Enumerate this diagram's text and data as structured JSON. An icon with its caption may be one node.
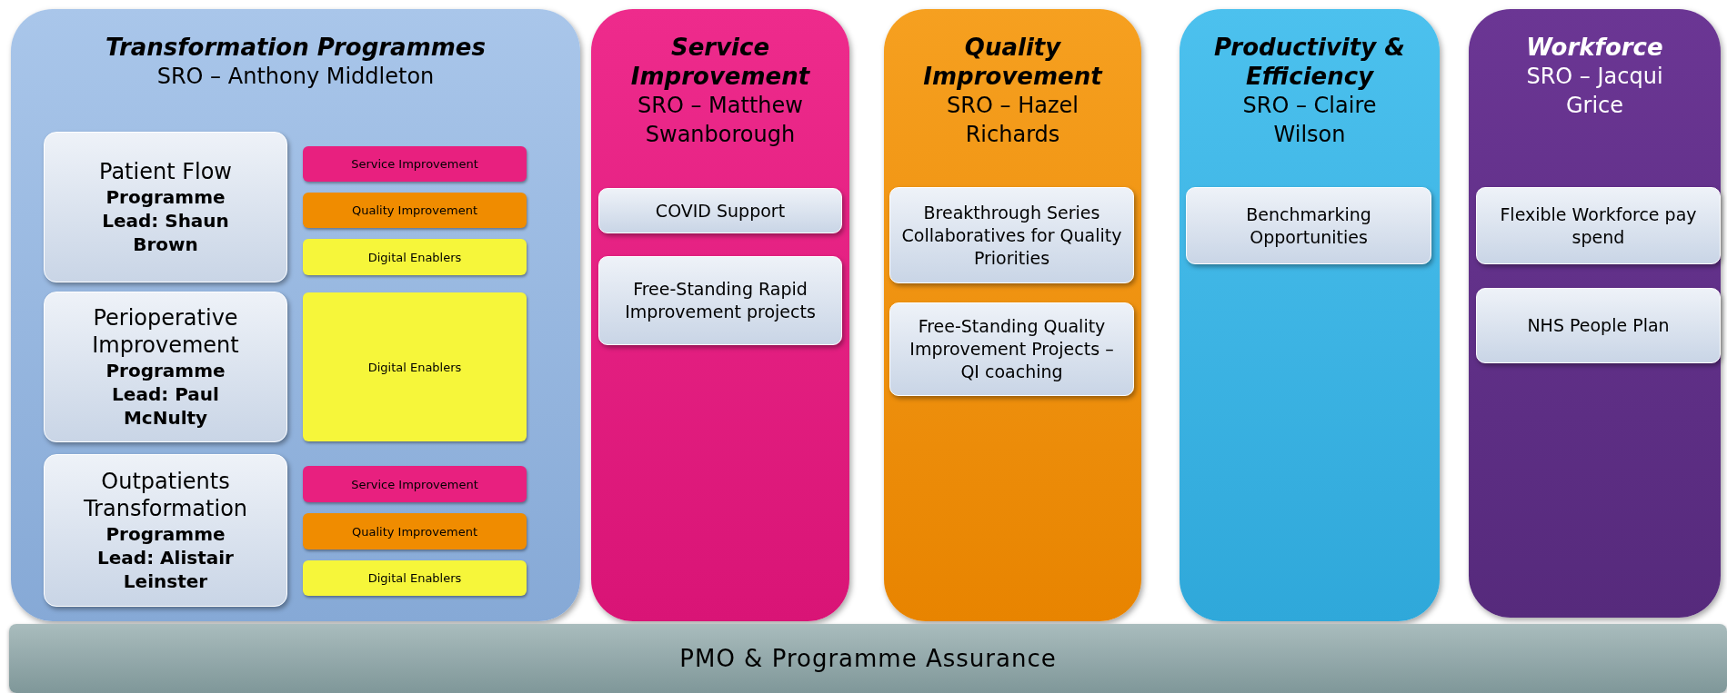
{
  "diagram": {
    "nodes": [
      {
        "text": [
          "Transformation Programmes",
          "SRO – Anthony Middleton"
        ]
      },
      {
        "text": [
          "Patient Flow",
          "Programme Lead: Shaun Brown"
        ],
        "in": 0
      },
      {
        "text": [
          "Service Improvement"
        ],
        "in": 0
      },
      {
        "text": [
          "Quality Improvement"
        ],
        "in": 0
      },
      {
        "text": [
          "Digital Enablers"
        ],
        "in": 0
      },
      {
        "text": [
          "Perioperative Improvement",
          "Programme Lead: Paul McNulty"
        ],
        "in": 0
      },
      {
        "text": [
          "Digital Enablers"
        ],
        "in": 0
      },
      {
        "text": [
          "Outpatients Transformation",
          "Programme Lead: Alistair Leinster"
        ],
        "in": 0
      },
      {
        "text": [
          "Service Improvement"
        ],
        "in": 0
      },
      {
        "text": [
          "Quality Improvement"
        ],
        "in": 0
      },
      {
        "text": [
          "Digital Enablers"
        ],
        "in": 0
      },
      {
        "text": [
          "Service Improvement",
          "SRO – Matthew Swanborough"
        ]
      },
      {
        "text": [
          "COVID Support"
        ],
        "in": 11
      },
      {
        "text": [
          "Free-Standing Rapid Improvement projects"
        ],
        "in": 11
      },
      {
        "text": [
          "Quality Improvement",
          "SRO – Hazel Richards"
        ]
      },
      {
        "text": [
          "Breakthrough Series Collaboratives for Quality Priorities"
        ],
        "in": 14
      },
      {
        "text": [
          "Free-Standing Quality Improvement Projects – QI coaching"
        ],
        "in": 14
      },
      {
        "text": [
          "Productivity & Efficiency",
          "SRO – Claire Wilson"
        ]
      },
      {
        "text": [
          "Benchmarking Opportunities"
        ],
        "in": 17
      },
      {
        "text": [
          "Workforce",
          "SRO – Jacqui Grice"
        ]
      },
      {
        "text": [
          "Flexible Workforce pay spend"
        ],
        "in": 19
      },
      {
        "text": [
          "NHS People Plan"
        ],
        "in": 19
      },
      {
        "text": [
          "PMO & Programme Assurance"
        ]
      }
    ],
    "edges": []
  }
}
